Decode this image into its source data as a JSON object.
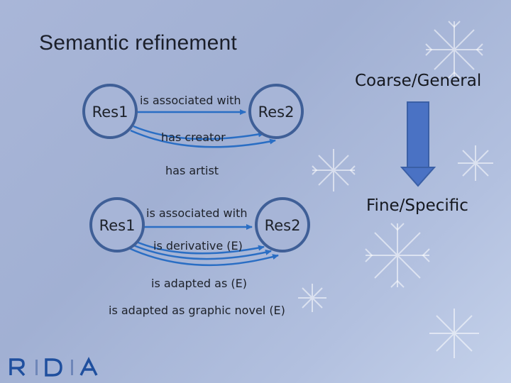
{
  "title": "Semantic refinement",
  "scale": {
    "top_label": "Coarse/General",
    "bottom_label": "Fine/Specific",
    "arrow_color": "#4a72c4"
  },
  "diagram1": {
    "source": "Res1",
    "target": "Res2",
    "relations": [
      "is associated with",
      "has creator",
      "has artist"
    ]
  },
  "diagram2": {
    "source": "Res1",
    "target": "Res2",
    "relations": [
      "is associated with",
      "is derivative (E)",
      "is adapted as (E)",
      "is adapted as graphic novel (E)"
    ]
  },
  "logo": {
    "text": "R|D|A",
    "icon": "rda-logo"
  },
  "colors": {
    "node_stroke": "#3f5f97",
    "edge": "#2a6ec4",
    "background": "#a7b5d7"
  }
}
